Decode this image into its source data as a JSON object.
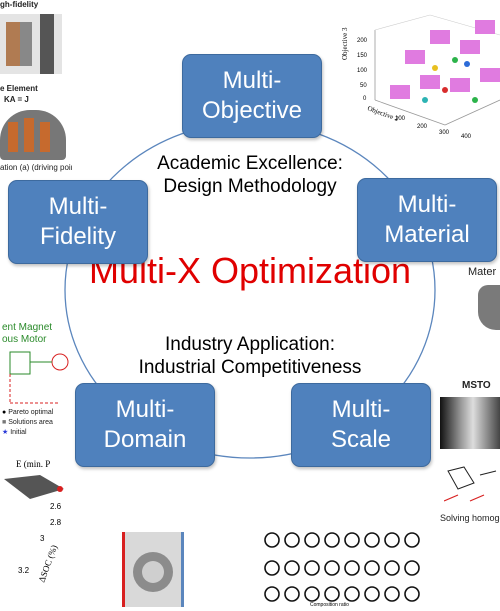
{
  "center": {
    "title": "Multi-X Optimization",
    "academic_line1": "Academic Excellence:",
    "academic_line2": "Design Methodology",
    "industry_line1": "Industry Application:",
    "industry_line2": "Industrial Competitiveness"
  },
  "nodes": [
    {
      "line1": "Multi-",
      "line2": "Objective"
    },
    {
      "line1": "Multi-",
      "line2": "Material"
    },
    {
      "line1": "Multi-",
      "line2": "Scale"
    },
    {
      "line1": "Multi-",
      "line2": "Domain"
    },
    {
      "line1": "Multi-",
      "line2": "Fidelity"
    }
  ],
  "thumbnails": {
    "fidelity_top": "gh-fidelity",
    "fidelity_fe1": "e Element",
    "fidelity_fe2": "KA = J",
    "fidelity_caption": "ation (a) (driving points)",
    "domain_title1": "ent Magnet",
    "domain_title2": "ous Motor",
    "domain_legend": [
      "Pareto optimal",
      "Solutions area",
      "Initial"
    ],
    "domain_axis_top": "E (min. P",
    "domain_axis_bottom": "ΔSOC (%)",
    "domain_ticks": [
      "2.6",
      "2.8",
      "3",
      "3.2"
    ],
    "objective_zlabel": "Objective 3",
    "objective_xlabel": "Objective 2",
    "objective_ticks": [
      "200",
      "150",
      "100",
      "50",
      "0"
    ],
    "objective_xticks": [
      "100",
      "200",
      "300",
      "400"
    ],
    "material_label": "Mater",
    "scale_title": "MSTO",
    "scale_caption": "Solving homoger",
    "bottom_caption": "Composition ratio"
  }
}
